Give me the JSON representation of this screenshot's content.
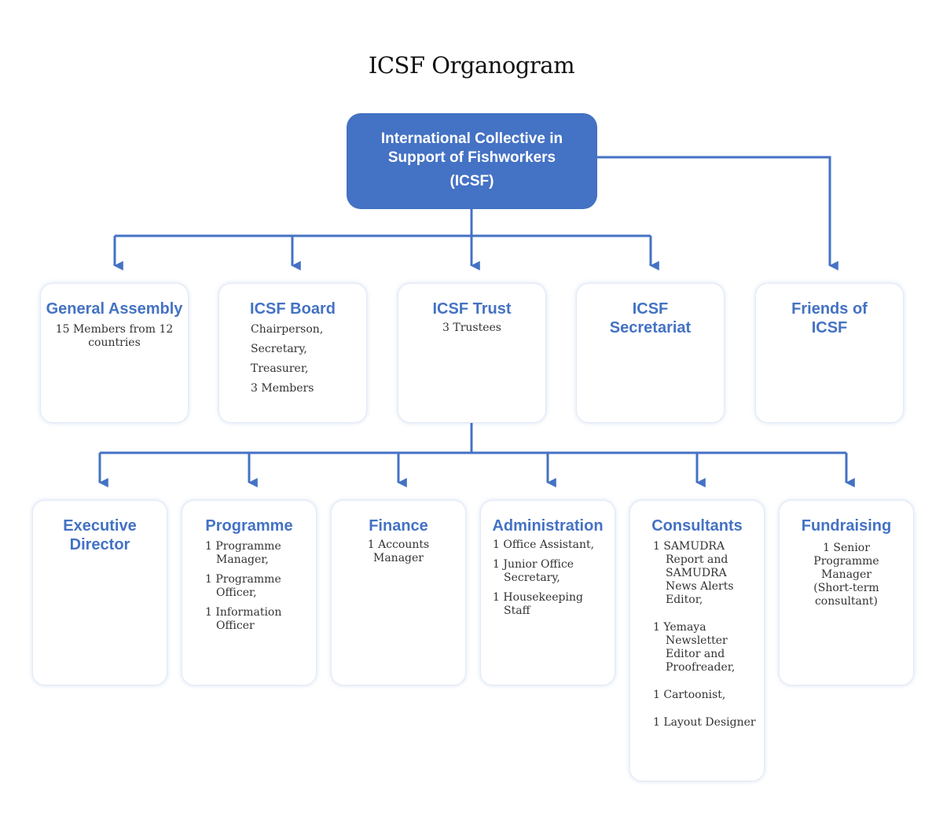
{
  "title": "ICSF Organogram",
  "root": {
    "line1": "International Collective in",
    "line2": "Support of Fishworkers",
    "line3": "(ICSF)"
  },
  "tier1": [
    {
      "heading": "General Assembly",
      "body": "15 Members from 12 countries"
    },
    {
      "heading": "ICSF Board",
      "lines": [
        "Chairperson,",
        "Secretary,",
        "Treasurer,",
        "3 Members"
      ]
    },
    {
      "heading": "ICSF Trust",
      "body": "3 Trustees"
    },
    {
      "heading": "ICSF Secretariat"
    },
    {
      "heading": "Friends of ICSF"
    }
  ],
  "tier2": [
    {
      "heading": "Executive Director"
    },
    {
      "heading": "Programme",
      "items": [
        "1 Programme Manager,",
        "1 Programme Officer,",
        "1 Information Officer"
      ]
    },
    {
      "heading": "Finance",
      "body": "1 Accounts Manager"
    },
    {
      "heading": "Administration",
      "items": [
        "1 Office Assistant,",
        "1 Junior Office Secretary,",
        "1 Housekeeping Staff"
      ]
    },
    {
      "heading": "Consultants",
      "items": [
        "1 SAMUDRA Report and SAMUDRA News Alerts Editor,",
        "1 Yemaya Newsletter Editor and Proofreader,",
        "1 Cartoonist,",
        "1 Layout Designer"
      ]
    },
    {
      "heading": "Fundraising",
      "body": "1 Senior Programme Manager (Short-term consultant)"
    }
  ],
  "colors": {
    "accent": "#4472c4",
    "title": "#111111",
    "text": "#333333"
  }
}
